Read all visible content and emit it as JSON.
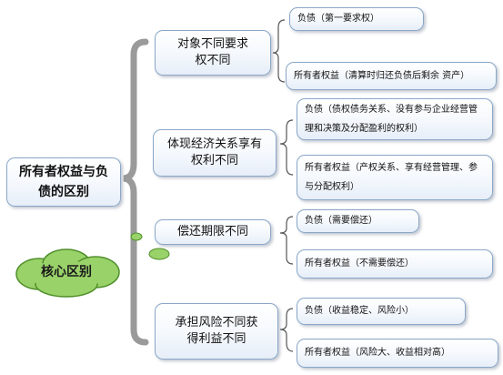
{
  "root": "所有者权益与负债的区别",
  "core": "核心区别",
  "groups": [
    {
      "label": "对象不同要求权不同",
      "liability": "负债（第一要求权）",
      "equity": "所有者权益（清算时归还负债后剩余 资产）"
    },
    {
      "label": "体现经济关系享有权利不同",
      "liability": "负债（债权债务关系、没有参与企业经营管理和决策及分配盈利的权利）",
      "equity": "所有者权益（产权关系、享有经营管理、参与分配权利）"
    },
    {
      "label": "偿还期限不同",
      "liability": "负债（需要偿还）",
      "equity": "所有者权益（不需要偿还）"
    },
    {
      "label": "承担风险不同获得利益不同",
      "liability": "负债（收益稳定、风险小）",
      "equity": "所有者权益（风险大、收益相对高）"
    }
  ],
  "colors": {
    "border": "#8aa7c8",
    "bracket": "#9a9a9a",
    "cloud_fill": "#9ad26a",
    "cloud_stroke": "#4f8f2a"
  }
}
